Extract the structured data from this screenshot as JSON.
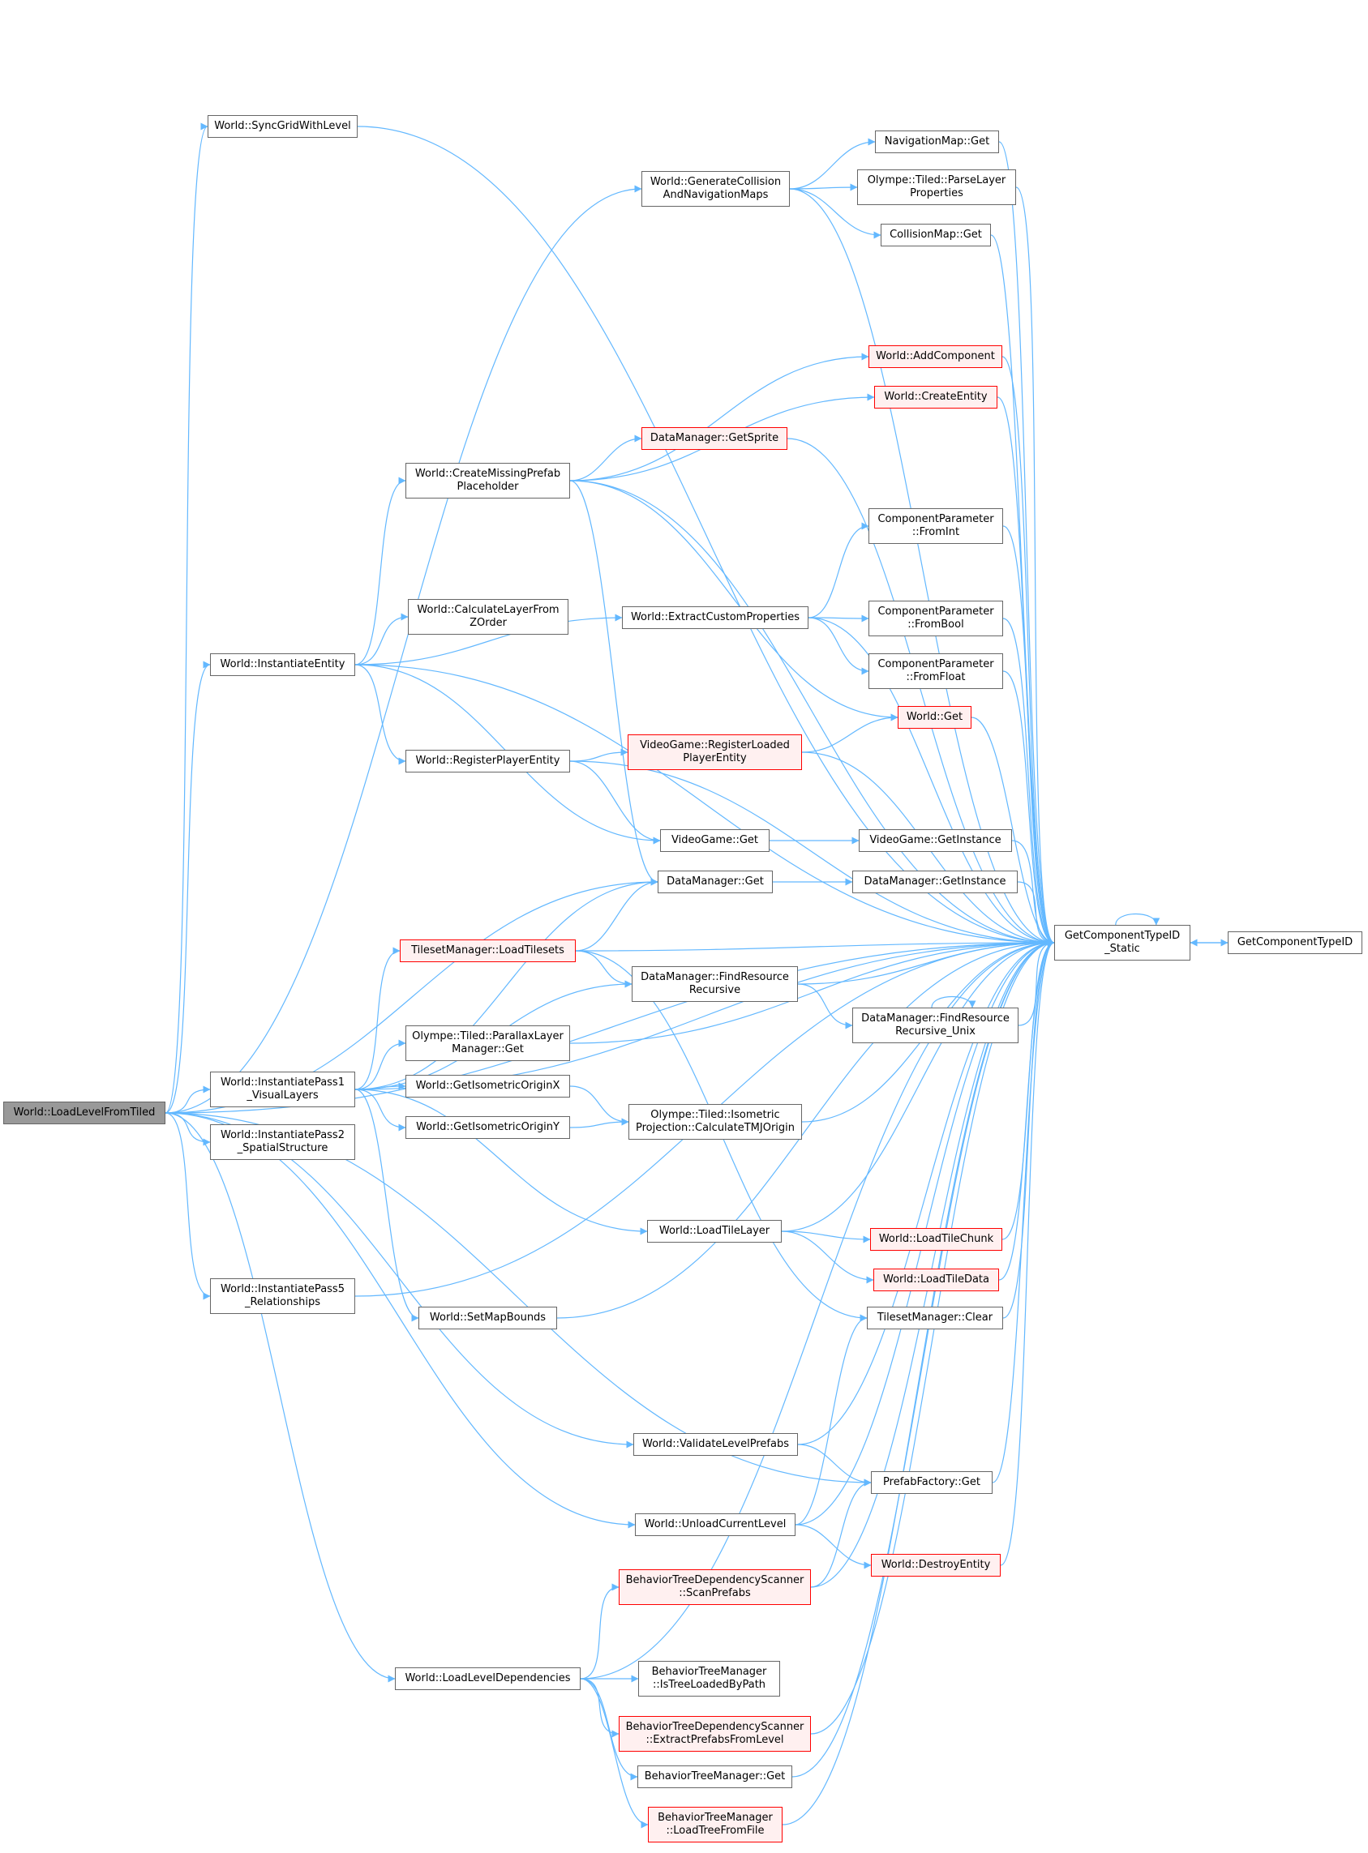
{
  "colors": {
    "edge": "#63b8ff",
    "node_border": "#666666",
    "red_border": "#ff0000",
    "red_fill": "#fff0f0",
    "root_fill": "#999999"
  },
  "nodes": {
    "n_root": {
      "lines": [
        "World::LoadLevelFromTiled"
      ],
      "style": "root"
    },
    "n_sync": {
      "lines": [
        "World::SyncGridWithLevel"
      ]
    },
    "n_gencol": {
      "lines": [
        "World::GenerateCollision",
        "AndNavigationMaps"
      ]
    },
    "n_navget": {
      "lines": [
        "NavigationMap::Get"
      ]
    },
    "n_parselayer": {
      "lines": [
        "Olympe::Tiled::ParseLayer",
        "Properties"
      ]
    },
    "n_colget": {
      "lines": [
        "CollisionMap::Get"
      ]
    },
    "n_addcomp": {
      "lines": [
        "World::AddComponent"
      ],
      "style": "red"
    },
    "n_createent": {
      "lines": [
        "World::CreateEntity"
      ],
      "style": "red"
    },
    "n_getsprite": {
      "lines": [
        "DataManager::GetSprite"
      ],
      "style": "red"
    },
    "n_missing": {
      "lines": [
        "World::CreateMissingPrefab",
        "Placeholder"
      ]
    },
    "n_fromint": {
      "lines": [
        "ComponentParameter",
        "::FromInt"
      ]
    },
    "n_calclayer": {
      "lines": [
        "World::CalculateLayerFrom",
        "ZOrder"
      ]
    },
    "n_extract": {
      "lines": [
        "World::ExtractCustomProperties"
      ]
    },
    "n_frombool": {
      "lines": [
        "ComponentParameter",
        "::FromBool"
      ]
    },
    "n_instent": {
      "lines": [
        "World::InstantiateEntity"
      ]
    },
    "n_fromfloat": {
      "lines": [
        "ComponentParameter",
        "::FromFloat"
      ]
    },
    "n_worldget": {
      "lines": [
        "World::Get"
      ],
      "style": "red"
    },
    "n_regloaded": {
      "lines": [
        "VideoGame::RegisterLoaded",
        "PlayerEntity"
      ],
      "style": "red"
    },
    "n_regplayer": {
      "lines": [
        "World::RegisterPlayerEntity"
      ]
    },
    "n_vgget": {
      "lines": [
        "VideoGame::Get"
      ]
    },
    "n_vginst": {
      "lines": [
        "VideoGame::GetInstance"
      ]
    },
    "n_dmget": {
      "lines": [
        "DataManager::Get"
      ]
    },
    "n_dminst": {
      "lines": [
        "DataManager::GetInstance"
      ]
    },
    "n_static": {
      "lines": [
        "GetComponentTypeID",
        "_Static"
      ]
    },
    "n_ctid": {
      "lines": [
        "GetComponentTypeID"
      ]
    },
    "n_loadtilesets": {
      "lines": [
        "TilesetManager::LoadTilesets"
      ],
      "style": "red"
    },
    "n_findres": {
      "lines": [
        "DataManager::FindResource",
        "Recursive"
      ]
    },
    "n_findunix": {
      "lines": [
        "DataManager::FindResource",
        "Recursive_Unix"
      ]
    },
    "n_parallax": {
      "lines": [
        "Olympe::Tiled::ParallaxLayer",
        "Manager::Get"
      ]
    },
    "n_pass1": {
      "lines": [
        "World::InstantiatePass1",
        "_VisualLayers"
      ]
    },
    "n_isox": {
      "lines": [
        "World::GetIsometricOriginX"
      ]
    },
    "n_isoy": {
      "lines": [
        "World::GetIsometricOriginY"
      ]
    },
    "n_tmj": {
      "lines": [
        "Olympe::Tiled::Isometric",
        "Projection::CalculateTMJOrigin"
      ]
    },
    "n_pass2": {
      "lines": [
        "World::InstantiatePass2",
        "_SpatialStructure"
      ]
    },
    "n_loadtilelayer": {
      "lines": [
        "World::LoadTileLayer"
      ]
    },
    "n_loadchunk": {
      "lines": [
        "World::LoadTileChunk"
      ],
      "style": "red"
    },
    "n_loaddata": {
      "lines": [
        "World::LoadTileData"
      ],
      "style": "red"
    },
    "n_pass5": {
      "lines": [
        "World::InstantiatePass5",
        "_Relationships"
      ]
    },
    "n_setbounds": {
      "lines": [
        "World::SetMapBounds"
      ]
    },
    "n_tsclear": {
      "lines": [
        "TilesetManager::Clear"
      ]
    },
    "n_validate": {
      "lines": [
        "World::ValidateLevelPrefabs"
      ]
    },
    "n_pfget": {
      "lines": [
        "PrefabFactory::Get"
      ]
    },
    "n_unload": {
      "lines": [
        "World::UnloadCurrentLevel"
      ]
    },
    "n_destroy": {
      "lines": [
        "World::DestroyEntity"
      ],
      "style": "red"
    },
    "n_scanpref": {
      "lines": [
        "BehaviorTreeDependencyScanner",
        "::ScanPrefabs"
      ],
      "style": "red"
    },
    "n_loaddeps": {
      "lines": [
        "World::LoadLevelDependencies"
      ]
    },
    "n_istree": {
      "lines": [
        "BehaviorTreeManager",
        "::IsTreeLoadedByPath"
      ]
    },
    "n_extractpref": {
      "lines": [
        "BehaviorTreeDependencyScanner",
        "::ExtractPrefabsFromLevel"
      ],
      "style": "red"
    },
    "n_btget": {
      "lines": [
        "BehaviorTreeManager::Get"
      ]
    },
    "n_loadtree": {
      "lines": [
        "BehaviorTreeManager",
        "::LoadTreeFromFile"
      ],
      "style": "red"
    }
  },
  "edges": [
    [
      "n_root",
      "n_sync"
    ],
    [
      "n_root",
      "n_gencol"
    ],
    [
      "n_root",
      "n_static"
    ],
    [
      "n_root",
      "n_instent"
    ],
    [
      "n_root",
      "n_dmget"
    ],
    [
      "n_root",
      "n_pass1"
    ],
    [
      "n_root",
      "n_pass2"
    ],
    [
      "n_root",
      "n_pass5"
    ],
    [
      "n_root",
      "n_validate"
    ],
    [
      "n_root",
      "n_pfget"
    ],
    [
      "n_root",
      "n_unload"
    ],
    [
      "n_root",
      "n_loaddeps"
    ],
    [
      "n_sync",
      "n_static"
    ],
    [
      "n_gencol",
      "n_navget"
    ],
    [
      "n_gencol",
      "n_parselayer"
    ],
    [
      "n_gencol",
      "n_colget"
    ],
    [
      "n_gencol",
      "n_static"
    ],
    [
      "n_navget",
      "n_static"
    ],
    [
      "n_parselayer",
      "n_static"
    ],
    [
      "n_colget",
      "n_static"
    ],
    [
      "n_instent",
      "n_static"
    ],
    [
      "n_instent",
      "n_missing"
    ],
    [
      "n_instent",
      "n_calclayer"
    ],
    [
      "n_instent",
      "n_extract"
    ],
    [
      "n_instent",
      "n_regplayer"
    ],
    [
      "n_instent",
      "n_vgget"
    ],
    [
      "n_missing",
      "n_addcomp"
    ],
    [
      "n_missing",
      "n_createent"
    ],
    [
      "n_missing",
      "n_getsprite"
    ],
    [
      "n_missing",
      "n_static"
    ],
    [
      "n_missing",
      "n_worldget"
    ],
    [
      "n_missing",
      "n_dmget"
    ],
    [
      "n_addcomp",
      "n_static"
    ],
    [
      "n_createent",
      "n_static"
    ],
    [
      "n_getsprite",
      "n_static"
    ],
    [
      "n_extract",
      "n_fromint"
    ],
    [
      "n_extract",
      "n_frombool"
    ],
    [
      "n_extract",
      "n_fromfloat"
    ],
    [
      "n_extract",
      "n_static"
    ],
    [
      "n_fromint",
      "n_static"
    ],
    [
      "n_frombool",
      "n_static"
    ],
    [
      "n_fromfloat",
      "n_static"
    ],
    [
      "n_worldget",
      "n_static"
    ],
    [
      "n_regplayer",
      "n_regloaded"
    ],
    [
      "n_regplayer",
      "n_vgget"
    ],
    [
      "n_regplayer",
      "n_static"
    ],
    [
      "n_regloaded",
      "n_worldget"
    ],
    [
      "n_regloaded",
      "n_static"
    ],
    [
      "n_vgget",
      "n_vginst"
    ],
    [
      "n_vginst",
      "n_static"
    ],
    [
      "n_dmget",
      "n_dminst"
    ],
    [
      "n_dminst",
      "n_static"
    ],
    [
      "n_static",
      "n_static"
    ],
    [
      "n_static",
      "n_ctid"
    ],
    [
      "n_ctid",
      "n_static"
    ],
    [
      "n_pass1",
      "n_loadtilesets"
    ],
    [
      "n_pass1",
      "n_dmget"
    ],
    [
      "n_pass1",
      "n_findres"
    ],
    [
      "n_pass1",
      "n_parallax"
    ],
    [
      "n_pass1",
      "n_isox"
    ],
    [
      "n_pass1",
      "n_isoy"
    ],
    [
      "n_pass1",
      "n_static"
    ],
    [
      "n_pass1",
      "n_loadtilelayer"
    ],
    [
      "n_pass1",
      "n_setbounds"
    ],
    [
      "n_loadtilesets",
      "n_dmget"
    ],
    [
      "n_loadtilesets",
      "n_findres"
    ],
    [
      "n_loadtilesets",
      "n_static"
    ],
    [
      "n_loadtilesets",
      "n_tsclear"
    ],
    [
      "n_findres",
      "n_static"
    ],
    [
      "n_findres",
      "n_findunix"
    ],
    [
      "n_findunix",
      "n_findunix"
    ],
    [
      "n_findunix",
      "n_static"
    ],
    [
      "n_parallax",
      "n_static"
    ],
    [
      "n_isox",
      "n_tmj"
    ],
    [
      "n_isoy",
      "n_tmj"
    ],
    [
      "n_tmj",
      "n_static"
    ],
    [
      "n_loadtilelayer",
      "n_loadchunk"
    ],
    [
      "n_loadtilelayer",
      "n_loaddata"
    ],
    [
      "n_loadtilelayer",
      "n_static"
    ],
    [
      "n_loadchunk",
      "n_static"
    ],
    [
      "n_loaddata",
      "n_static"
    ],
    [
      "n_pass5",
      "n_static"
    ],
    [
      "n_setbounds",
      "n_static"
    ],
    [
      "n_tsclear",
      "n_static"
    ],
    [
      "n_validate",
      "n_pfget"
    ],
    [
      "n_validate",
      "n_static"
    ],
    [
      "n_pfget",
      "n_static"
    ],
    [
      "n_unload",
      "n_tsclear"
    ],
    [
      "n_unload",
      "n_destroy"
    ],
    [
      "n_unload",
      "n_static"
    ],
    [
      "n_destroy",
      "n_static"
    ],
    [
      "n_loaddeps",
      "n_scanpref"
    ],
    [
      "n_loaddeps",
      "n_istree"
    ],
    [
      "n_loaddeps",
      "n_extractpref"
    ],
    [
      "n_loaddeps",
      "n_btget"
    ],
    [
      "n_loaddeps",
      "n_loadtree"
    ],
    [
      "n_loaddeps",
      "n_static"
    ],
    [
      "n_scanpref",
      "n_pfget"
    ],
    [
      "n_scanpref",
      "n_static"
    ],
    [
      "n_extractpref",
      "n_static"
    ],
    [
      "n_btget",
      "n_static"
    ],
    [
      "n_loadtree",
      "n_static"
    ]
  ]
}
